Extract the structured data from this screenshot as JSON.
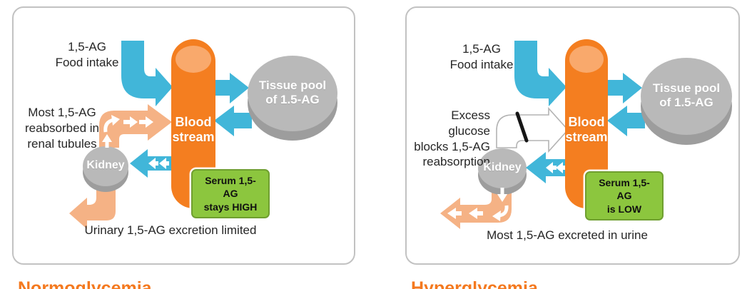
{
  "colors": {
    "blue": "#41B6D9",
    "orange": "#F47E20",
    "orange-light": "#F9A96C",
    "peach": "#F5B285",
    "gray-node": "#B9B9B9",
    "gray-node-dark": "#9D9D9D",
    "green": "#8CC63E",
    "green-border": "#6F9F30",
    "title-orange": "#F4791F",
    "text": "#262626",
    "panel-border": "#C2C2C2"
  },
  "left_panel": {
    "title": "Normoglycemia",
    "food_intake_label": "1,5-AG\nFood intake",
    "reabsorption_note": "Most 1,5-AG\nreabsorbed in\nrenal tubules",
    "blood_stream_label": "Blood\nstream",
    "tissue_pool_label": "Tissue pool\nof 1.5-AG",
    "kidney_label": "Kidney",
    "serum_status": "Serum 1,5-AG\nstays HIGH",
    "bottom_note": "Urinary 1,5-AG excretion limited"
  },
  "right_panel": {
    "title": "Hyperglycemia",
    "food_intake_label": "1,5-AG\nFood intake",
    "block_note": "Excess glucose\nblocks 1,5-AG\nreabsorption",
    "blood_stream_label": "Blood\nstream",
    "tissue_pool_label": "Tissue pool\nof 1.5-AG",
    "kidney_label": "Kidney",
    "serum_status": "Serum 1,5-AG\nis LOW",
    "bottom_note": "Most 1,5-AG excreted in urine"
  }
}
